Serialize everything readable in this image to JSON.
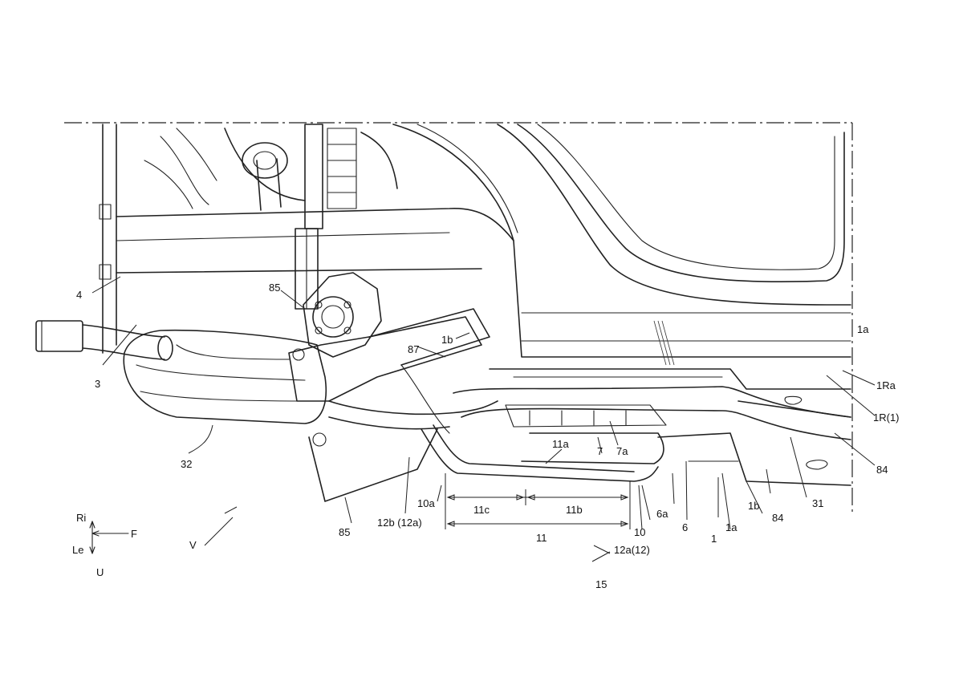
{
  "figure": {
    "labels": {
      "l_4": "4",
      "l_3": "3",
      "l_32": "32",
      "l_85_top": "85",
      "l_85_bottom": "85",
      "l_87": "87",
      "l_1b_mid": "1b",
      "l_1a_right": "1a",
      "l_1Ra": "1Ra",
      "l_1R1": "1R(1)",
      "l_84_a": "84",
      "l_84_b": "84",
      "l_31": "31",
      "l_1b_low": "1b",
      "l_1a_low": "1a",
      "l_1": "1",
      "l_6": "6",
      "l_6a": "6a",
      "l_7a": "7a",
      "l_7": "7",
      "l_11a": "11a",
      "l_11c": "11c",
      "l_11b": "11b",
      "l_11": "11",
      "l_10": "10",
      "l_10a": "10a",
      "l_12a12": "12a(12)",
      "l_12b12a": "12b (12a)",
      "l_15": "15",
      "l_V": "V",
      "l_F": "F",
      "l_Ri": "Ri",
      "l_Le": "Le",
      "l_U": "U"
    }
  }
}
